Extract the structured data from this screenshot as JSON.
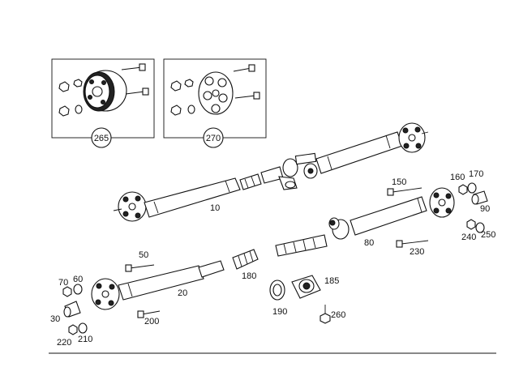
{
  "diagram": {
    "callouts": {
      "c265": "265",
      "c270": "270",
      "c10": "10",
      "c150": "150",
      "c160": "160",
      "c170": "170",
      "c90": "90",
      "c240": "240",
      "c250": "250",
      "c80": "80",
      "c230": "230",
      "c50": "50",
      "c70": "70",
      "c60": "60",
      "c30": "30",
      "c20": "20",
      "c180": "180",
      "c185": "185",
      "c190": "190",
      "c200": "200",
      "c210": "210",
      "c220": "220",
      "c260": "260"
    }
  }
}
